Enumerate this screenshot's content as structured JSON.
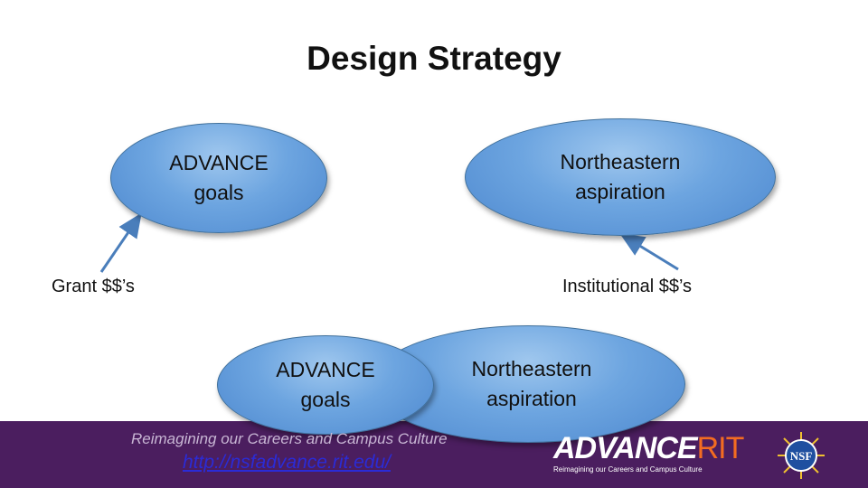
{
  "title": "Design Strategy",
  "top_left_ellipse": {
    "label": "ADVANCE\ngoals"
  },
  "top_right_ellipse": {
    "label": "Northeastern\naspiration"
  },
  "grant_label": "Grant $$’s",
  "institutional_label": "Institutional $$’s",
  "bottom_left_ellipse": {
    "label": "ADVANCE\ngoals"
  },
  "bottom_right_ellipse": {
    "label": "Northeastern\naspiration"
  },
  "footer": {
    "tagline": "Reimagining our Careers and Campus Culture",
    "link": "http://nsfadvance.rit.edu/",
    "logo_main": "ADVANCE",
    "logo_rit": "RIT",
    "logo_sub": "Reimagining our Careers and Campus Culture",
    "nsf_text": "NSF"
  },
  "colors": {
    "footer_bg": "#4b1e5f",
    "ellipse_fill": "#6da5e0",
    "rit_orange": "#f36c21",
    "link": "#2b2bd6"
  }
}
